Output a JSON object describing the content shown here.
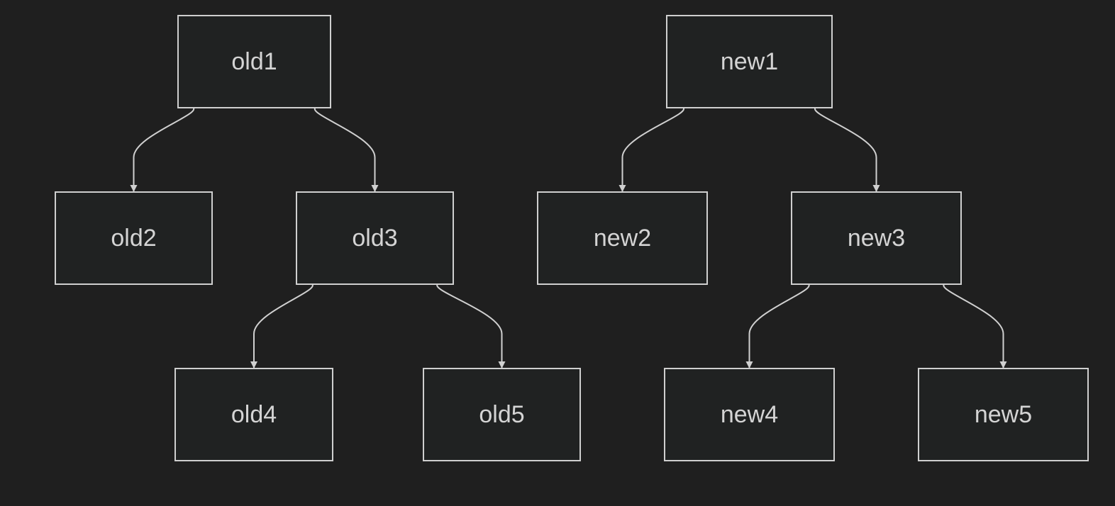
{
  "colors": {
    "background": "#1f1f1f",
    "node_fill": "#202222",
    "node_stroke": "#cfcfcf",
    "text": "#d4d4d4",
    "edge": "#d0d0d0"
  },
  "nodes": {
    "old1": {
      "label": "old1"
    },
    "old2": {
      "label": "old2"
    },
    "old3": {
      "label": "old3"
    },
    "old4": {
      "label": "old4"
    },
    "old5": {
      "label": "old5"
    },
    "new1": {
      "label": "new1"
    },
    "new2": {
      "label": "new2"
    },
    "new3": {
      "label": "new3"
    },
    "new4": {
      "label": "new4"
    },
    "new5": {
      "label": "new5"
    }
  },
  "edges": [
    {
      "from": "old1",
      "to": "old2"
    },
    {
      "from": "old1",
      "to": "old3"
    },
    {
      "from": "old3",
      "to": "old4"
    },
    {
      "from": "old3",
      "to": "old5"
    },
    {
      "from": "new1",
      "to": "new2"
    },
    {
      "from": "new1",
      "to": "new3"
    },
    {
      "from": "new3",
      "to": "new4"
    },
    {
      "from": "new3",
      "to": "new5"
    }
  ]
}
